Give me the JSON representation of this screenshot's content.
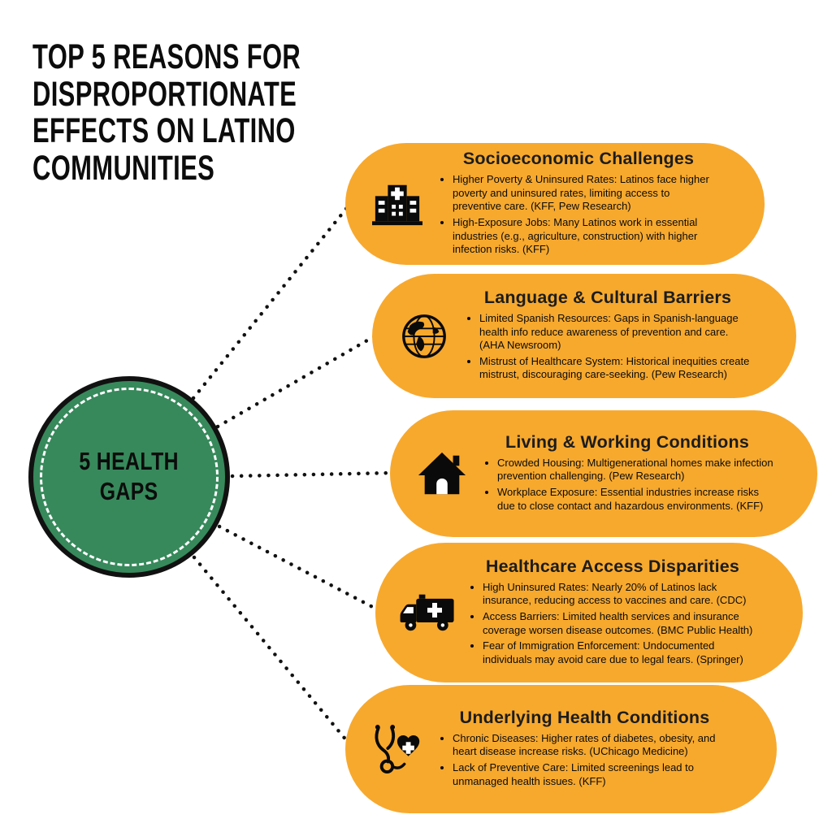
{
  "colors": {
    "card_bg": "#F7A92E",
    "circle_fill": "#37895B",
    "circle_border": "#111111",
    "connector": "#111111",
    "text": "#111111"
  },
  "header": {
    "lines": [
      "TOP 5 REASONS FOR",
      "DISPROPORTIONATE",
      "EFFECTS ON LATINO",
      "COMMUNITIES"
    ]
  },
  "center": {
    "lines": [
      "5 HEALTH",
      "GAPS"
    ]
  },
  "cards": [
    {
      "title": "Socioeconomic Challenges",
      "icon": "hospital-icon",
      "bullets": [
        "Higher Poverty & Uninsured Rates: Latinos face higher poverty and uninsured rates, limiting access to preventive care. (KFF, Pew Research)",
        "High-Exposure Jobs: Many Latinos work in essential industries (e.g., agriculture, construction) with higher infection risks. (KFF)"
      ]
    },
    {
      "title": "Language & Cultural Barriers",
      "icon": "globe-icon",
      "bullets": [
        "Limited Spanish Resources: Gaps in Spanish-language health info reduce awareness of prevention and care. (AHA Newsroom)",
        "Mistrust of Healthcare System: Historical inequities create mistrust, discouraging care-seeking. (Pew Research)"
      ]
    },
    {
      "title": "Living & Working Conditions",
      "icon": "house-icon",
      "bullets": [
        "Crowded Housing: Multigenerational homes make infection prevention challenging. (Pew Research)",
        "Workplace Exposure: Essential industries increase risks due to close contact and hazardous environments. (KFF)"
      ]
    },
    {
      "title": "Healthcare Access Disparities",
      "icon": "ambulance-icon",
      "bullets": [
        "High Uninsured Rates: Nearly 20% of Latinos lack insurance, reducing access to vaccines and care. (CDC)",
        "Access Barriers: Limited health services and insurance coverage worsen disease outcomes. (BMC Public Health)",
        "Fear of Immigration Enforcement: Undocumented individuals may avoid care due to legal fears. (Springer)"
      ]
    },
    {
      "title": "Underlying Health Conditions",
      "icon": "stethoscope-heart-icon",
      "bullets": [
        "Chronic Diseases: Higher rates of diabetes, obesity, and heart disease increase risks. (UChicago Medicine)",
        "Lack of Preventive Care: Limited screenings lead to unmanaged health issues. (KFF)"
      ]
    }
  ]
}
